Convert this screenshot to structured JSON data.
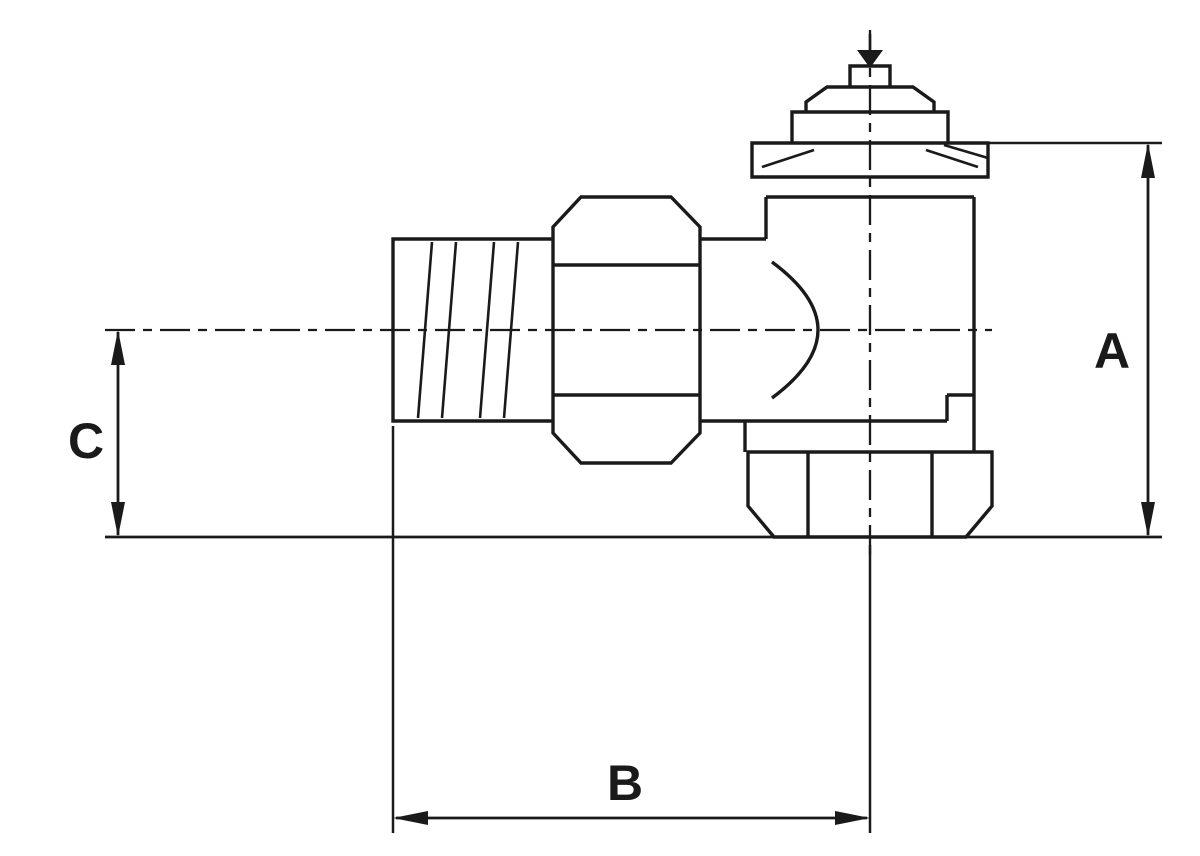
{
  "drawing": {
    "background": "#ffffff",
    "line_color": "#1a1a1a",
    "dimensions": {
      "a": "A",
      "b": "B",
      "c": "C"
    }
  }
}
